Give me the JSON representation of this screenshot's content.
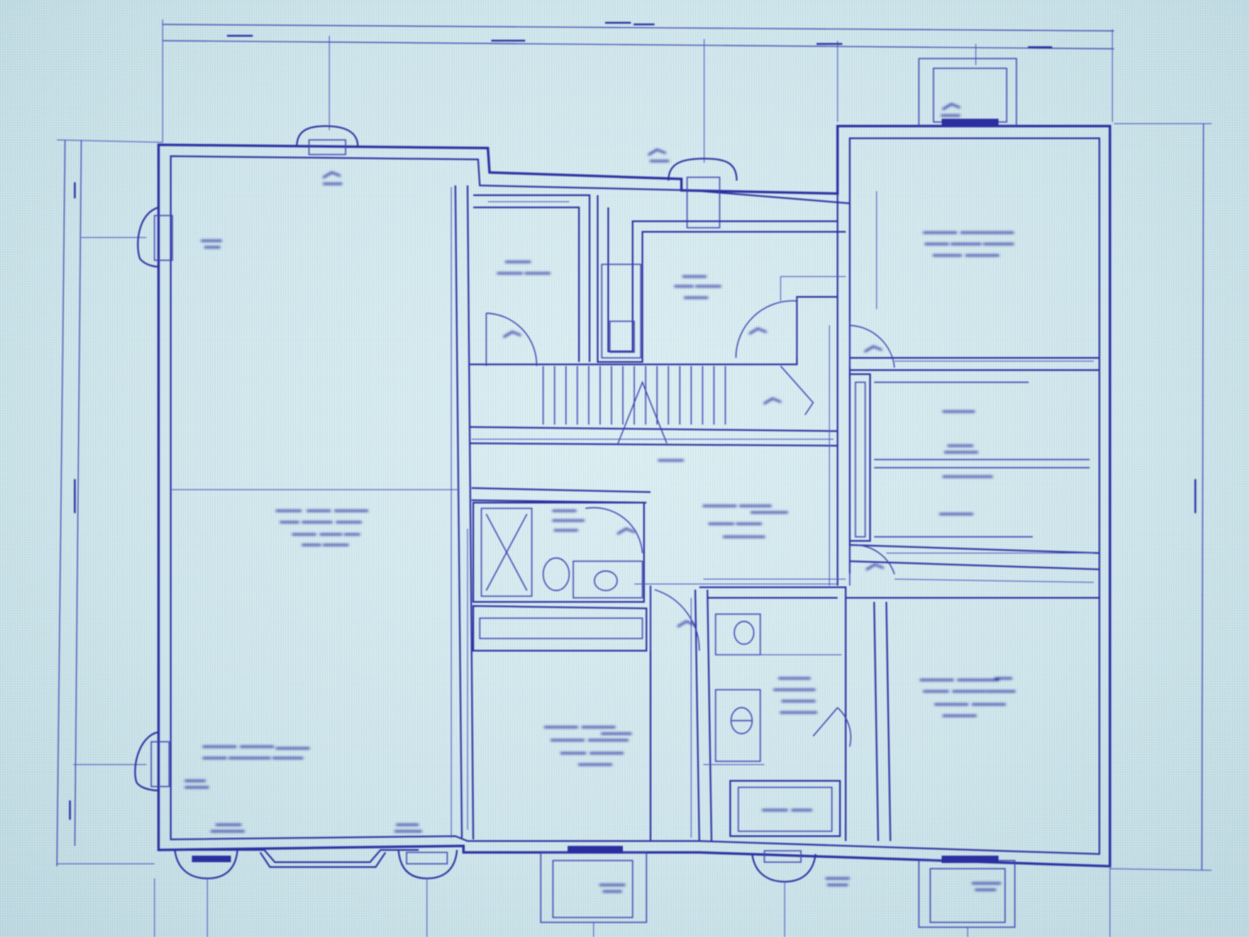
{
  "drawing": {
    "palette": {
      "line": "#2a2fa0",
      "paper": "#cfe6ea"
    },
    "rooms": [
      {
        "id": "living"
      },
      {
        "id": "pantry"
      },
      {
        "id": "closet-top"
      },
      {
        "id": "bedroom-ne"
      },
      {
        "id": "hall"
      },
      {
        "id": "bath-1"
      },
      {
        "id": "bedroom-s"
      },
      {
        "id": "bath-2"
      },
      {
        "id": "bedroom-se"
      },
      {
        "id": "closets-e"
      }
    ]
  }
}
